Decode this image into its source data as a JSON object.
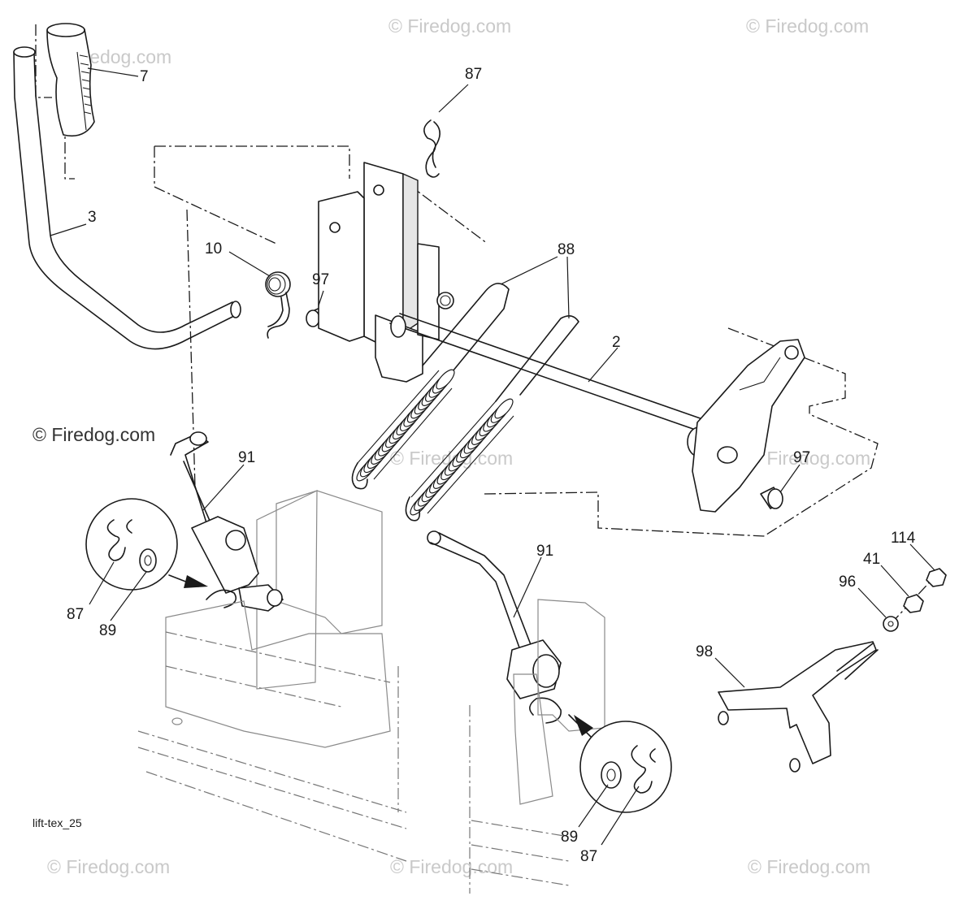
{
  "diagram_id": "lift-tex_25",
  "watermark": "© Firedog.com",
  "callouts": [
    "7",
    "87",
    "3",
    "10",
    "97",
    "88",
    "2",
    "97",
    "91",
    "87",
    "89",
    "91",
    "114",
    "41",
    "96",
    "98",
    "89",
    "87"
  ]
}
